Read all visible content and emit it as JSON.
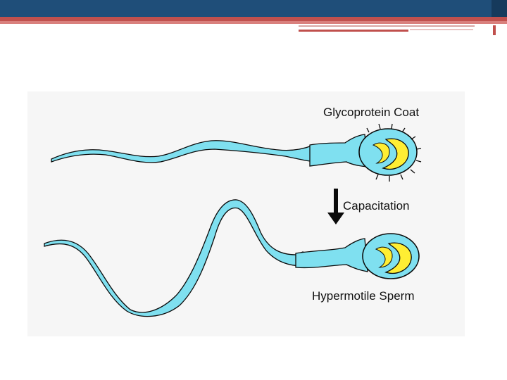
{
  "diagram": {
    "labels": {
      "glycoprotein_coat": "Glycoprotein Coat",
      "capacitation": "Capacitation",
      "hypermotile_sperm": "Hypermotile Sperm"
    },
    "colors": {
      "sperm_body": "#7fe0f0",
      "outline": "#0a0a0a",
      "acrosome": "#ffee33",
      "slide_header": "#1f4e79",
      "slide_accent": "#c0504d"
    }
  }
}
